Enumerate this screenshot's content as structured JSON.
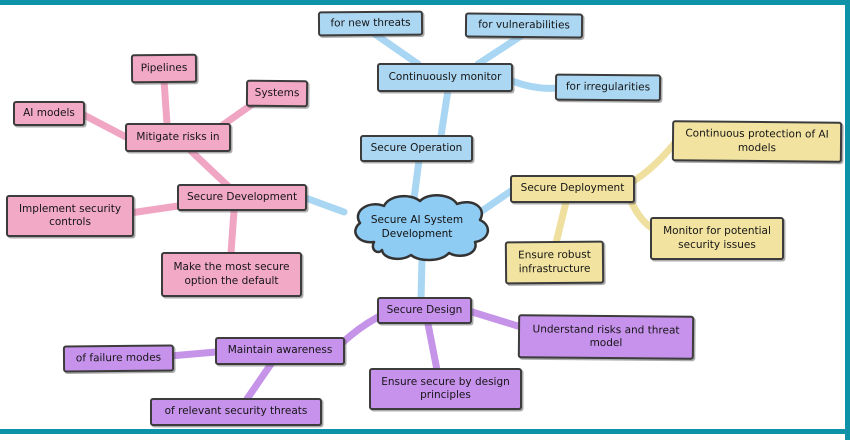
{
  "app": {
    "type": "mind-map",
    "accent_color": "#0e92a8",
    "background_color": "#ffffff",
    "branch_colors": {
      "operation_blue": "#abd7f2",
      "development_pink": "#f2a9c6",
      "deployment_yellow": "#f2e3a1",
      "design_purple": "#c792ec",
      "center_cloud": "#8fccf4",
      "node_border": "#3c3c3c"
    }
  },
  "nodes": {
    "center": "Secure AI System Development",
    "secure_operation": "Secure Operation",
    "continuously_monitor": "Continuously monitor",
    "for_new_threats": "for new threats",
    "for_vulnerabilities": "for vulnerabilities",
    "for_irregularities": "for irregularities",
    "secure_development": "Secure Development",
    "mitigate_risks_in": "Mitigate risks in",
    "ai_models": "AI models",
    "pipelines": "Pipelines",
    "systems": "Systems",
    "implement_security_controls": "Implement security controls",
    "make_most_secure_default": "Make the most secure option the default",
    "secure_deployment": "Secure Deployment",
    "continuous_protection": "Continuous protection of AI models",
    "monitor_potential_issues": "Monitor for potential security issues",
    "ensure_robust_infrastructure": "Ensure robust infrastructure",
    "secure_design": "Secure Design",
    "maintain_awareness": "Maintain awareness",
    "of_failure_modes": "of failure modes",
    "of_relevant_security_threats": "of relevant security threats",
    "ensure_secure_by_design": "Ensure secure by design principles",
    "understand_risks_threat_model": "Understand risks and threat model"
  }
}
